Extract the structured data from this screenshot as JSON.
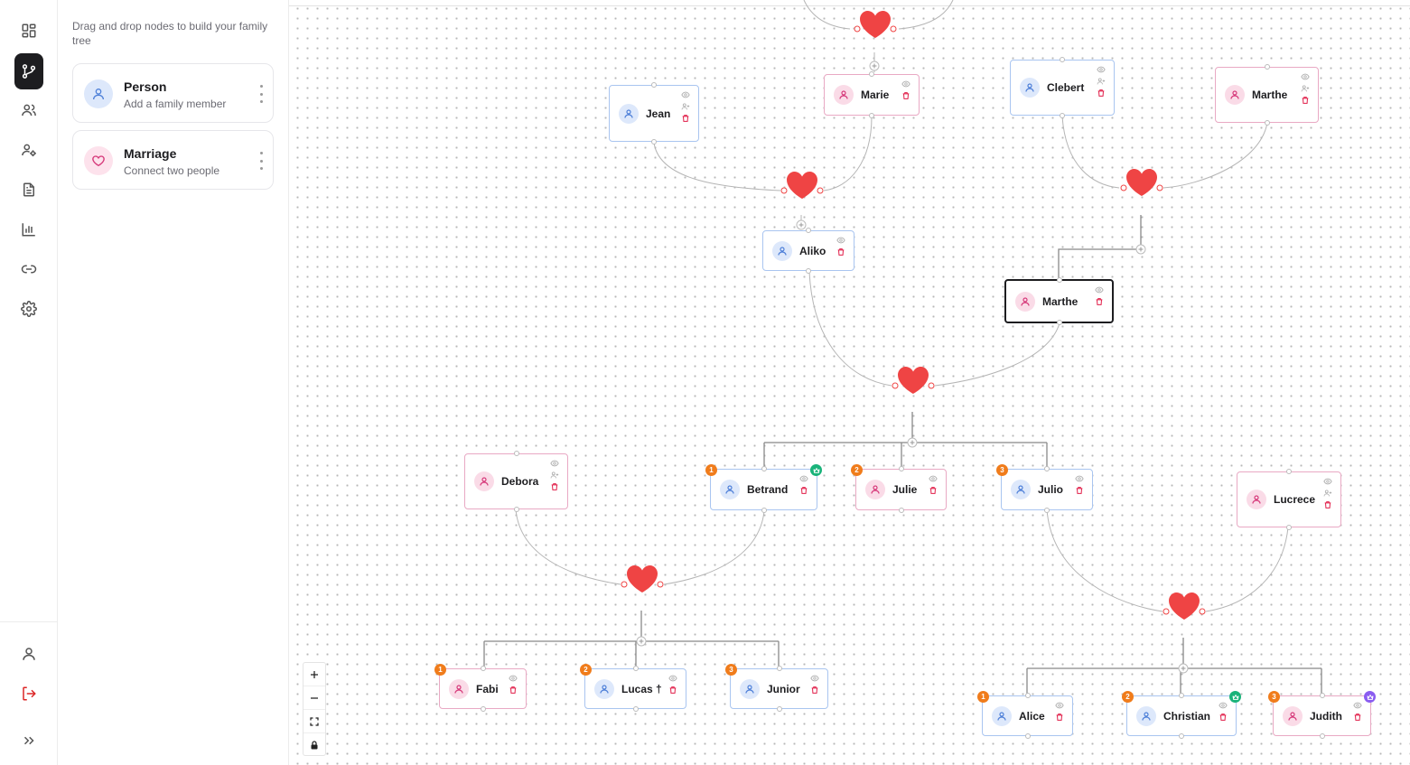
{
  "palette": {
    "hint": "Drag and drop nodes to build your family tree",
    "items": [
      {
        "title": "Person",
        "subtitle": "Add a family member",
        "icon": "user-icon",
        "color": "#4d7fd8"
      },
      {
        "title": "Marriage",
        "subtitle": "Connect two people",
        "icon": "heart-icon",
        "color": "#d6397a"
      }
    ]
  },
  "rail": {
    "items": [
      "dashboard-icon",
      "git-branch-icon",
      "users-icon",
      "user-cog-icon",
      "document-icon",
      "bar-chart-icon",
      "link-icon",
      "settings-icon"
    ],
    "bottom": [
      "profile-icon",
      "logout-icon",
      "expand-icon"
    ],
    "active": "git-branch-icon"
  },
  "colors": {
    "heart": "#ef4444",
    "male_border": "#a9c5f0",
    "female_border": "#e9a9c4",
    "order_badge": "#f07c1b",
    "crown_green": "#19b37a",
    "crown_purple": "#8a5cf0"
  },
  "people": {
    "marie": {
      "name": "Marie"
    },
    "jean": {
      "name": "Jean"
    },
    "clebert": {
      "name": "Clebert"
    },
    "marthe_top": {
      "name": "Marthe"
    },
    "aliko": {
      "name": "Aliko"
    },
    "marthe_sel": {
      "name": "Marthe"
    },
    "debora": {
      "name": "Debora"
    },
    "betrand": {
      "name": "Betrand",
      "order": "1"
    },
    "julie": {
      "name": "Julie",
      "order": "2"
    },
    "julio": {
      "name": "Julio",
      "order": "3"
    },
    "lucrece": {
      "name": "Lucrece"
    },
    "fabi": {
      "name": "Fabi",
      "order": "1"
    },
    "lucas": {
      "name": "Lucas †",
      "order": "2"
    },
    "junior": {
      "name": "Junior",
      "order": "3"
    },
    "alice": {
      "name": "Alice",
      "order": "1"
    },
    "christian": {
      "name": "Christian",
      "order": "2"
    },
    "judith": {
      "name": "Judith",
      "order": "3"
    }
  },
  "zoom_controls": [
    "zoom-in-icon",
    "zoom-out-icon",
    "fit-view-icon",
    "lock-icon"
  ]
}
